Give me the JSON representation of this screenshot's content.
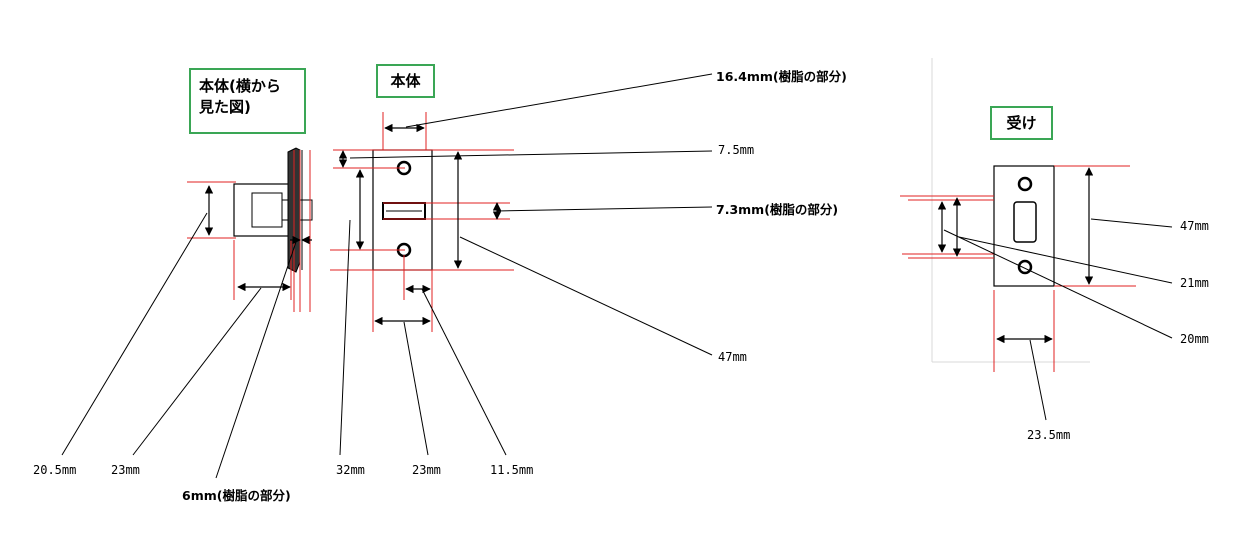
{
  "titles": {
    "side_view": "本体(横から見た図)",
    "side_view_line1": "本体(横から",
    "side_view_line2": "見た図)",
    "front_view": "本体",
    "strike": "受け"
  },
  "dimensions": {
    "front_width_resin": "16.4mm(樹脂の部分)",
    "screw_offset": "7.5mm",
    "latch_height_resin": "7.3mm(樹脂の部分)",
    "front_height": "47mm",
    "side_height": "20.5mm",
    "side_depth": "23mm",
    "side_plate_resin": "6mm(樹脂の部分)",
    "front_inner_height": "32mm",
    "front_width": "23mm",
    "screw_to_edge": "11.5mm",
    "strike_height": "47mm",
    "strike_opening_outer": "21mm",
    "strike_opening_inner": "20mm",
    "strike_width": "23.5mm"
  },
  "colors": {
    "dimension_line": "#e02020",
    "leader_line": "#000000",
    "title_border": "#3aa655"
  }
}
